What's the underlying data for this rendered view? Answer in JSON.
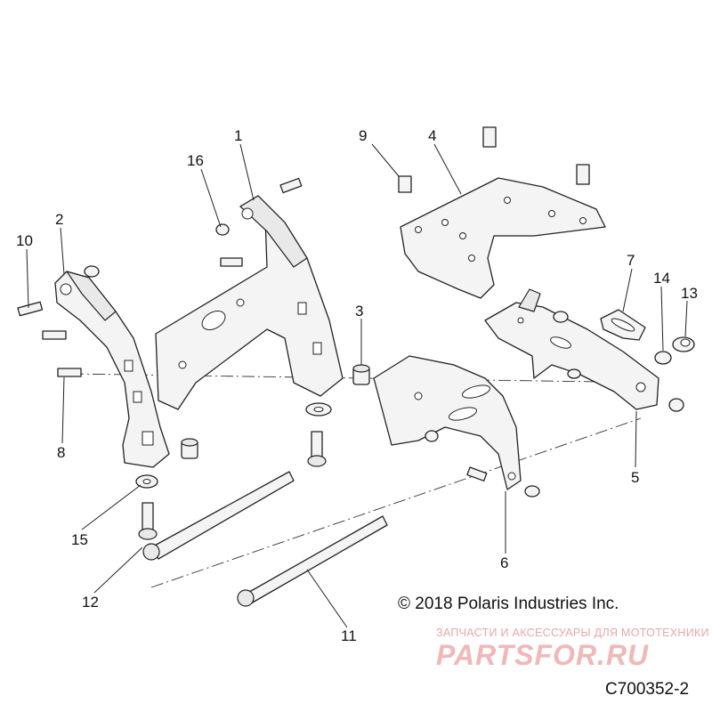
{
  "diagram": {
    "callouts": [
      "1",
      "2",
      "3",
      "4",
      "5",
      "6",
      "7",
      "8",
      "9",
      "10",
      "11",
      "12",
      "13",
      "14",
      "15",
      "16"
    ],
    "copyright": "© 2018 Polaris Industries Inc.",
    "watermark_text": "ЗАПЧАСТИ И АКСЕССУАРЫ ДЛЯ МОТОТЕХНИКИ",
    "watermark_logo": "PARTSFOR.RU",
    "figure_code": "C700352-2"
  }
}
